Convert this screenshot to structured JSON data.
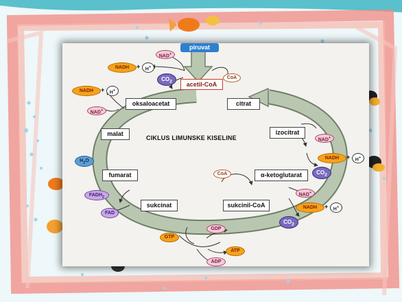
{
  "diagram": {
    "title": "CIKLUS LIMUNSKE KISELINE",
    "start": "piruvat",
    "entry": "acetil-CoA",
    "metabolites": {
      "citrat": "citrat",
      "izocitrat": "izocitrat",
      "alfa_ketoglutarat": "α-ketoglutarat",
      "sukcinil_coa": "sukcinil-CoA",
      "sukcinat": "sukcinat",
      "fumarat": "fumarat",
      "malat": "malat",
      "oksaloacetat": "oksaloacetat"
    },
    "cofactors": {
      "nad": "NAD",
      "nad_sup": "+",
      "nadh": "NADH",
      "h": "H",
      "h_sup": "+",
      "co": "CO",
      "co_sub": "2",
      "coa": "CoA",
      "fadh": "FADH",
      "fadh_sub": "2",
      "fad": "FAD",
      "h2o_h": "H",
      "h2o_sub": "2",
      "h2o_o": "O",
      "gtp": "GTP",
      "gdp": "GDP",
      "atp": "ATP",
      "adp": "ADP",
      "plus": "+"
    }
  },
  "colors": {
    "cycle_arrow": "#b9c7b0",
    "cycle_border": "#6d7f66",
    "frame_pink": "#f08a82",
    "panel_bg": "#f3f2ee"
  }
}
